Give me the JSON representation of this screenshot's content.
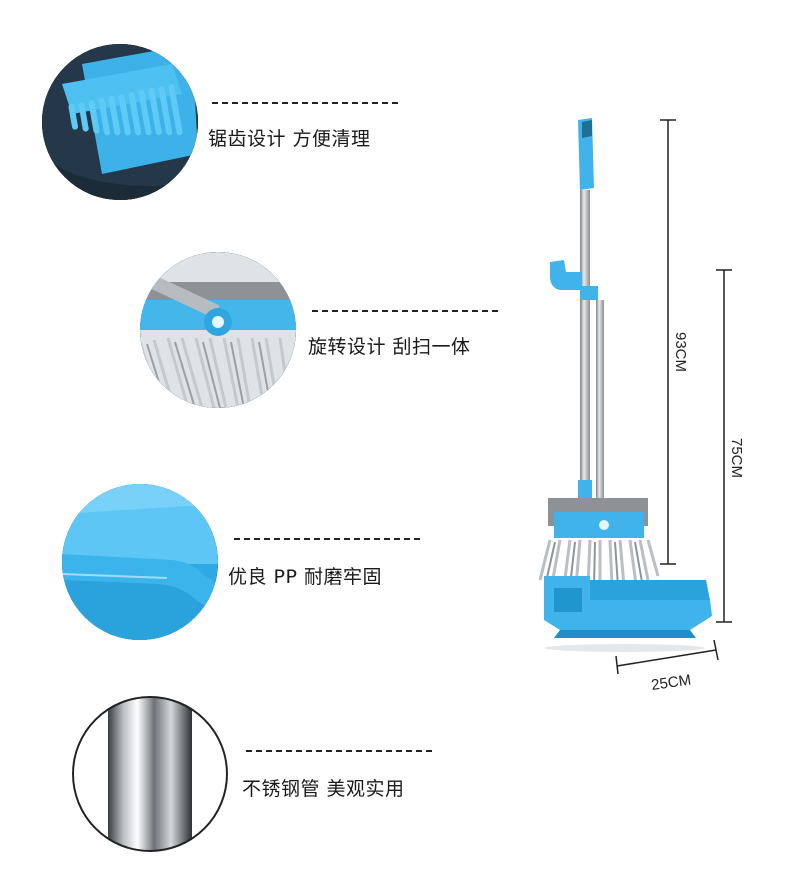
{
  "features": [
    {
      "caption": "锯齿设计 方便清理",
      "icon": "comb-teeth-icon"
    },
    {
      "caption": "旋转设计 刮扫一体",
      "icon": "rotating-broom-head-icon"
    },
    {
      "caption": "优良 PP 耐磨牢固",
      "icon": "pp-dustpan-edge-icon"
    },
    {
      "caption": "不锈钢管 美观实用",
      "icon": "steel-tube-icon"
    }
  ],
  "dimensions": {
    "broom_height": "93CM",
    "dustpan_height": "75CM",
    "width": "25CM"
  },
  "colors": {
    "product_blue": "#3fb3ea",
    "bristle_gray": "#b9bfc3",
    "steel": "#a8acb0"
  }
}
